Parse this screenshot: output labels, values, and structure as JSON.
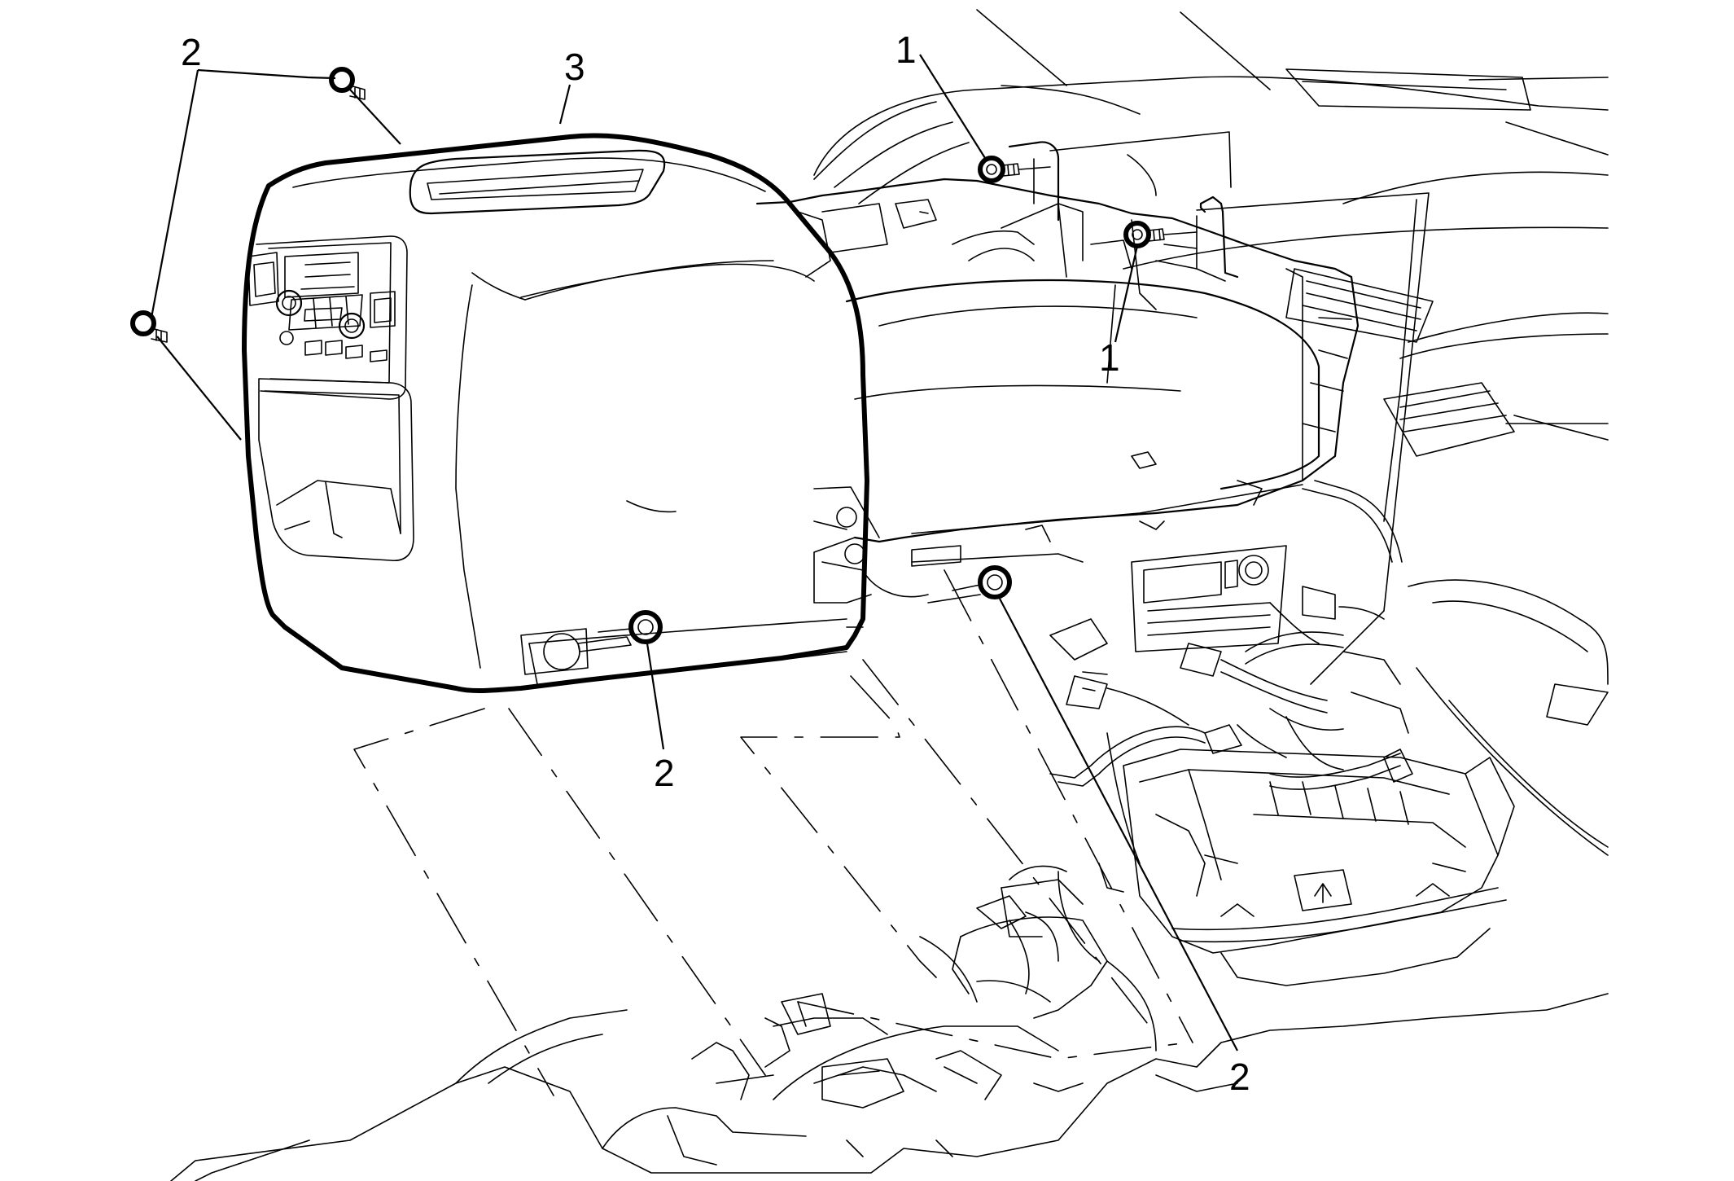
{
  "colors": {
    "ink": "#000000",
    "background": "#ffffff"
  },
  "callouts": {
    "bolts_upper_a": "1",
    "bolts_upper_b": "1",
    "screws_rear": "2",
    "nut_left": "2",
    "nut_right": "2",
    "console_cover": "3"
  }
}
